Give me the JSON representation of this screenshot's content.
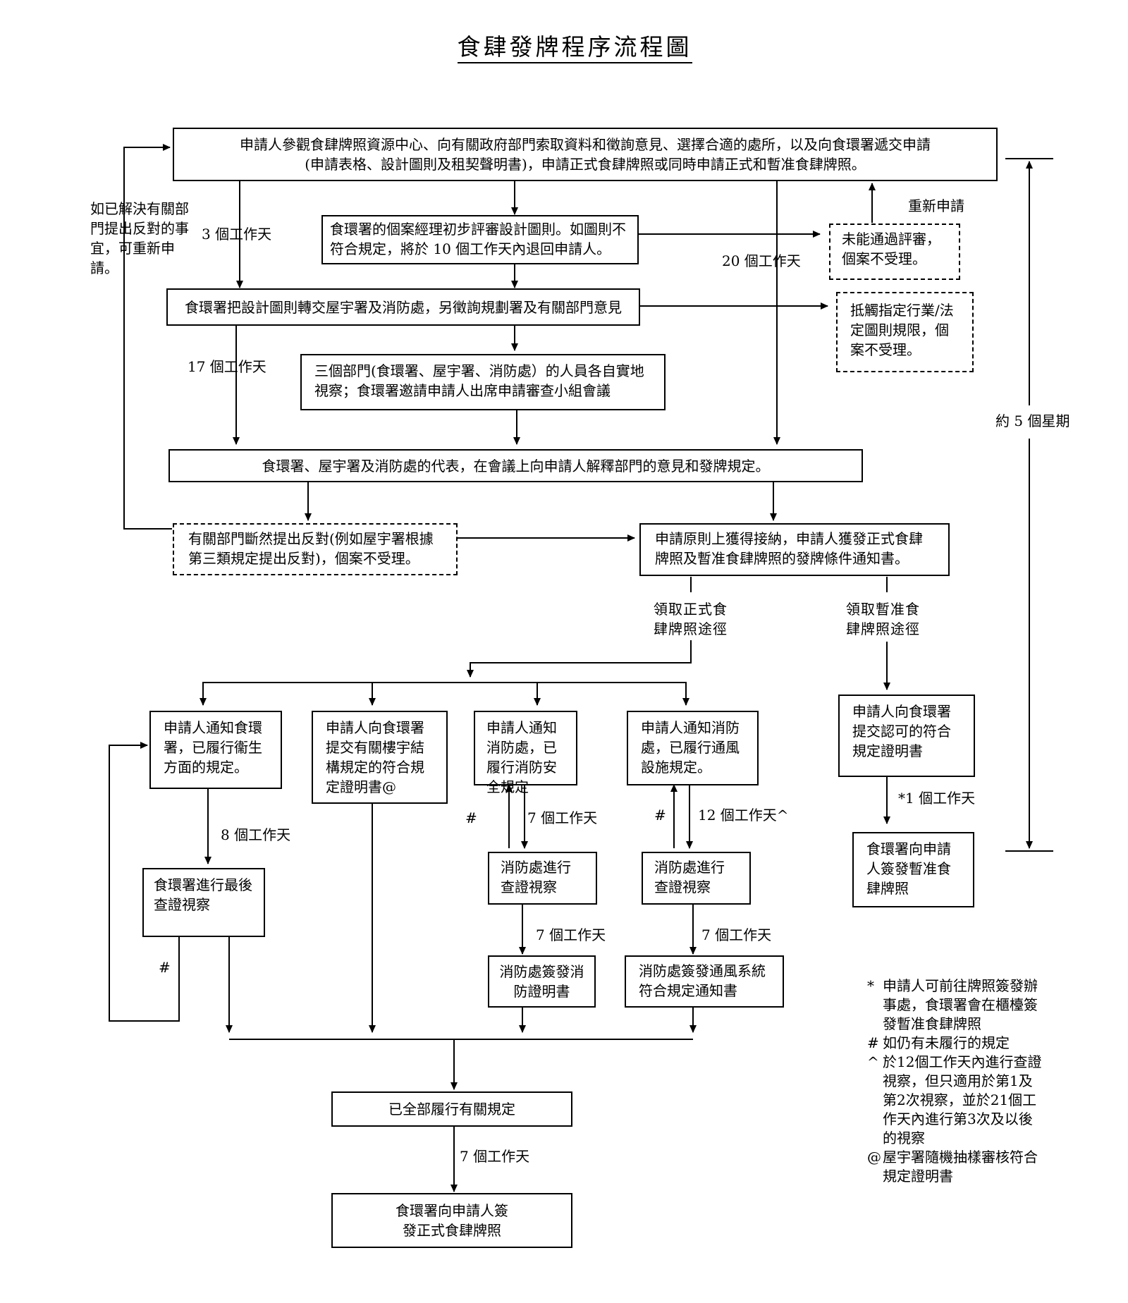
{
  "title": "食肆發牌程序流程圖",
  "boxes": {
    "b1": "申請人參觀食肆牌照資源中心、向有關政府部門索取資料和徵詢意見、選擇合適的處所，以及向食環署遞交申請(申請表格、設計圖則及租契聲明書)，申請正式食肆牌照或同時申請正式和暫准食肆牌照。",
    "b2": "食環署的個案經理初步評審設計圖則。如圖則不符合規定，將於 10 個工作天內退回申請人。",
    "b3": "未能通過評審，個案不受理。",
    "b4": "食環署把設計圖則轉交屋宇署及消防處，另徵詢規劃署及有關部門意見",
    "b5": "抵觸指定行業/法定圖則規限，個案不受理。",
    "b6": "三個部門(食環署、屋宇署、消防處）的人員各自實地視察；食環署邀請申請人出席申請審查小組會議",
    "b7": "食環署、屋宇署及消防處的代表，在會議上向申請人解釋部門的意見和發牌規定。",
    "b8": "有關部門斷然提出反對(例如屋宇署根據第三類規定提出反對)，個案不受理。",
    "b9": "申請原則上獲得接納，申請人獲發正式食肆牌照及暫准食肆牌照的發牌條件通知書。",
    "b10": "申請人通知食環署，已履行衞生方面的規定。",
    "b11": "申請人向食環署提交有關樓宇結構規定的符合規定證明書@",
    "b12": "申請人通知消防處，已履行消防安全規定",
    "b13": "申請人通知消防處，已履行通風設施規定。",
    "b14": "申請人向食環署提交認可的符合規定證明書",
    "b15": "食環署進行最後查證視察",
    "b16": "消防處進行查證視察",
    "b17": "消防處進行查證視察",
    "b18": "食環署向申請人簽發暫准食肆牌照",
    "b19": "消防處簽發消防證明書",
    "b20": "消防處簽發通風系統符合規定通知書",
    "b21": "已全部履行有關規定",
    "b22": "食環署向申請人簽發正式食肆牌照"
  },
  "labels": {
    "resolved": "如已解決有關部門提出反對的事宜，可重新申請。",
    "d3": "3 個工作天",
    "d20": "20 個工作天",
    "reapply": "重新申請",
    "d17": "17 個工作天",
    "five_weeks": "約 5 個星期",
    "route_full": "領取正式食肆牌照途徑",
    "route_prov": "領取暫准食肆牌照途徑",
    "d8": "8 個工作天",
    "hash1": "#",
    "hash2": "#",
    "hash3": "#",
    "d7a": "7 個工作天",
    "d12": "12 個工作天^",
    "d1": "*1 個工作天",
    "d7b": "7 個工作天",
    "d7c": "7 個工作天",
    "d7d": "7 個工作天"
  },
  "notes": [
    {
      "sym": "*",
      "text": "申請人可前往牌照簽發辦事處，食環署會在櫃檯簽發暫准食肆牌照"
    },
    {
      "sym": "#",
      "text": "如仍有未履行的規定"
    },
    {
      "sym": "^",
      "text": "於12個工作天內進行查證視察，但只適用於第1及第2次視察，並於21個工作天內進行第3次及以後的視察"
    },
    {
      "sym": "@",
      "text": "屋宇署隨機抽樣審核符合規定證明書"
    }
  ]
}
